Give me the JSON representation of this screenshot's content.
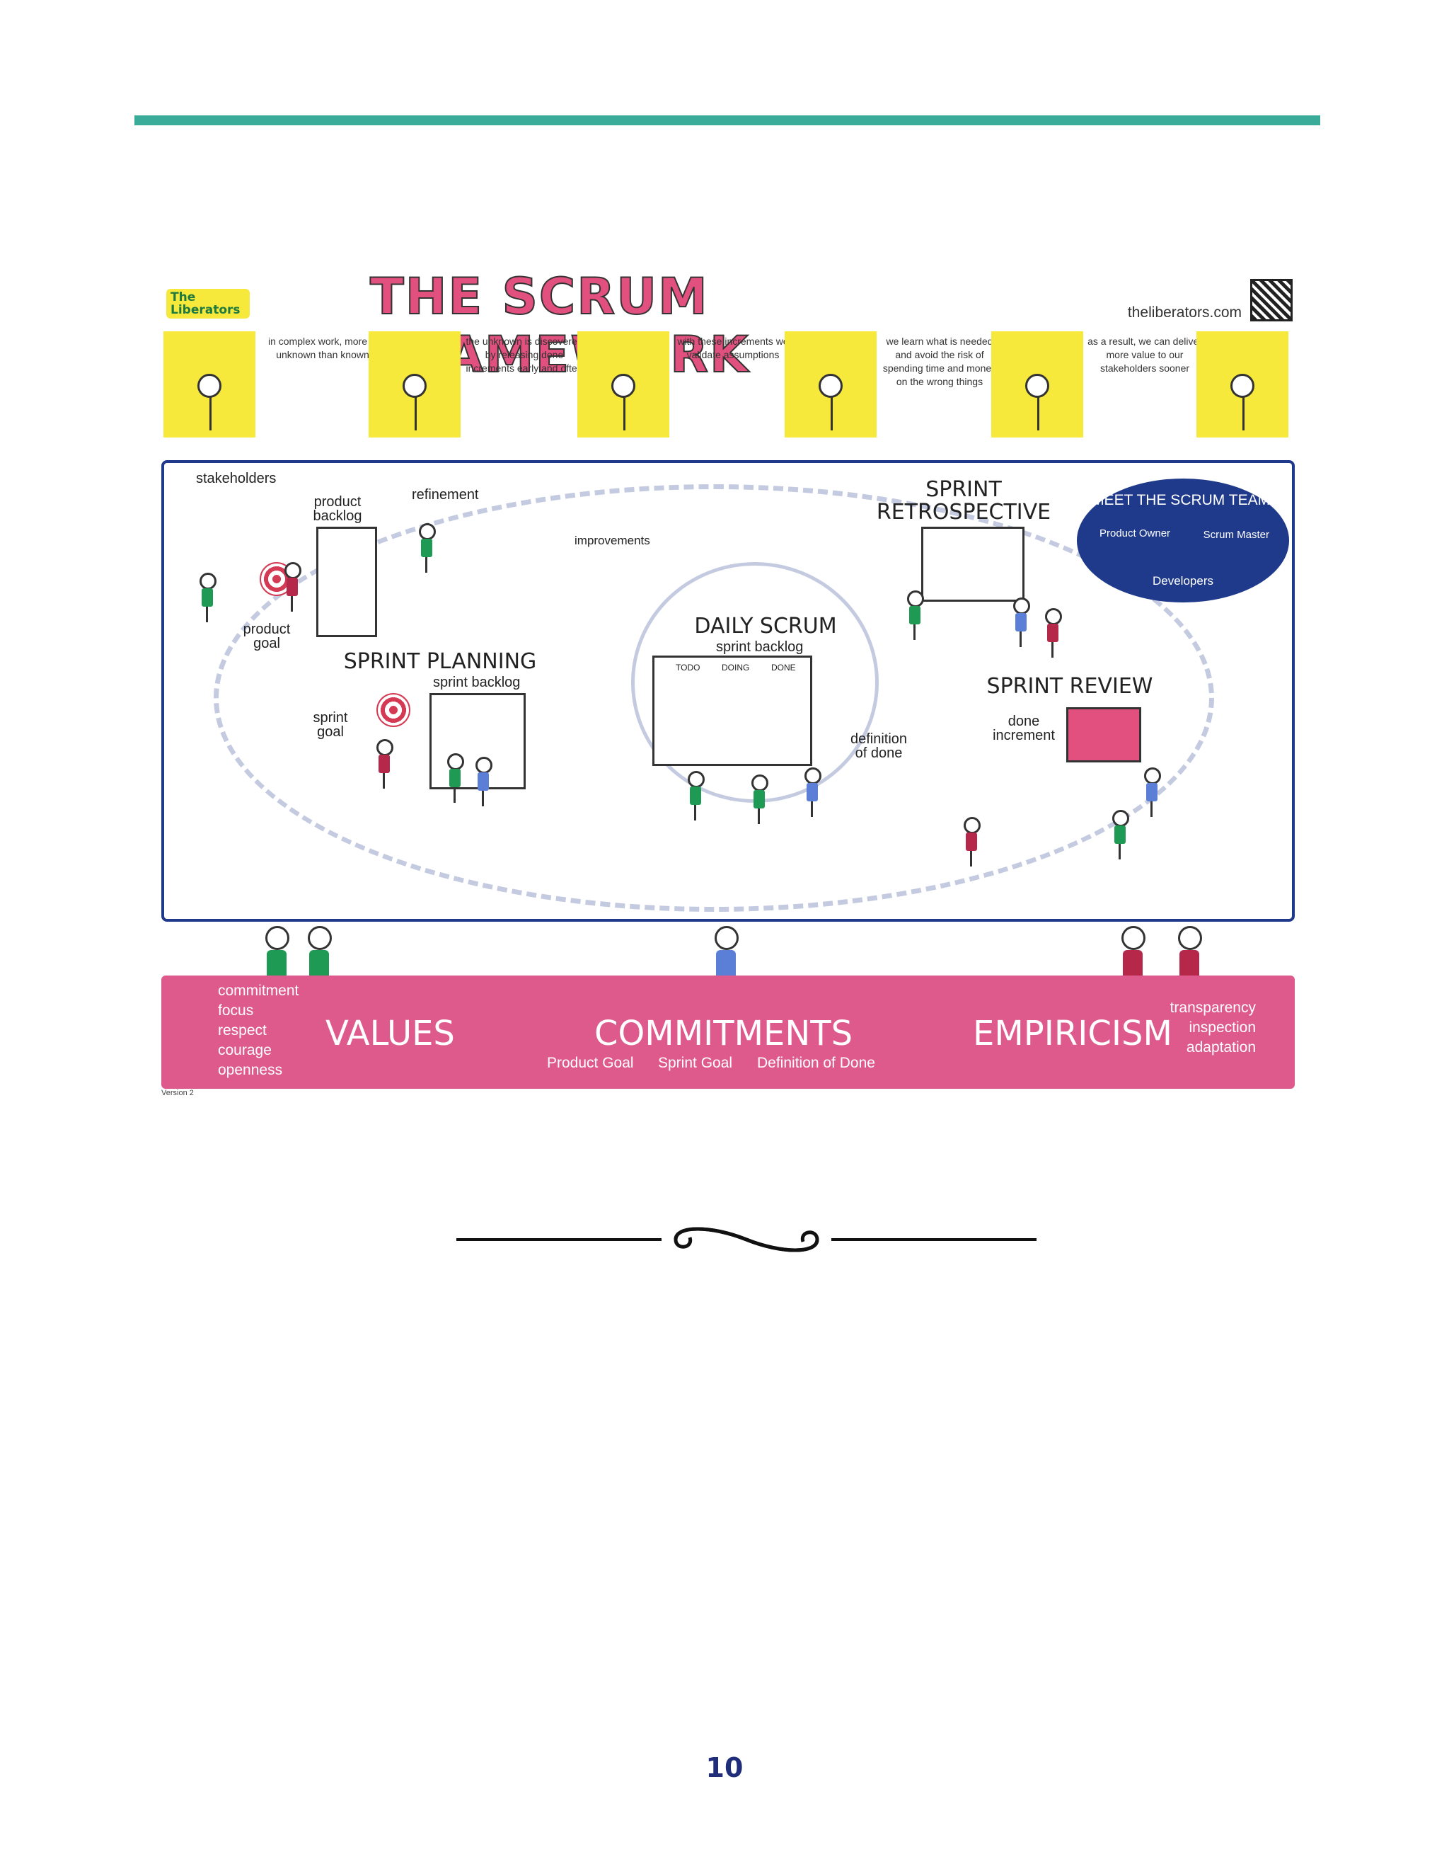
{
  "figure": {
    "logo": "The Liberators",
    "title": "THE SCRUM FRAMEWORK",
    "site": "theliberators.com",
    "captions": [
      "in complex work, more is unknown than known",
      "the unknown is discovered by releasing done increments early and often",
      "with these increments we validate assumptions",
      "we learn what is needed and avoid the risk of spending time and money on the wrong things",
      "as a result, we can deliver more value to our stakeholders sooner"
    ],
    "labels": {
      "stakeholders": "stakeholders",
      "product_backlog": "product backlog",
      "refinement": "refinement",
      "improvements": "improvements",
      "product_goal": "product goal",
      "sprint_planning": "SPRINT PLANNING",
      "sprint_backlog": "sprint backlog",
      "sprint_goal": "sprint goal",
      "daily_scrum": "DAILY SCRUM",
      "daily_backlog": "sprint backlog",
      "todo": "TODO",
      "doing": "DOING",
      "done": "DONE",
      "definition_of_done": "definition of done",
      "sprint_retrospective": "SPRINT RETROSPECTIVE",
      "sprint_review": "SPRINT REVIEW",
      "done_increment": "done increment"
    },
    "team": {
      "title": "MEET THE SCRUM TEAM!",
      "product_owner": "Product Owner",
      "scrum_master": "Scrum Master",
      "developers": "Developers"
    },
    "banner": {
      "values": "VALUES",
      "values_list": [
        "commitment",
        "focus",
        "respect",
        "courage",
        "openness"
      ],
      "commitments": "COMMITMENTS",
      "commitments_list": [
        "Product Goal",
        "Sprint Goal",
        "Definition of Done"
      ],
      "empiricism": "EMPIRICISM",
      "empiricism_list": [
        "transparency",
        "inspection",
        "adaptation"
      ]
    },
    "version": "Version 2"
  },
  "page_number": "10",
  "colors": {
    "accent": "#3aaa99",
    "pink": "#df5a8c",
    "navy": "#1f3a8a",
    "yellow": "#f6e93b"
  }
}
